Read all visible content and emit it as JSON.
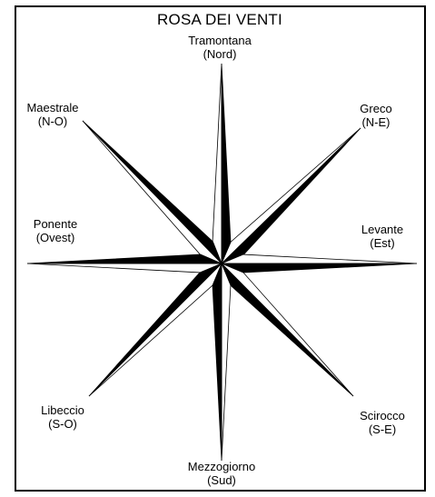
{
  "title": "ROSA DEI VENTI",
  "colors": {
    "ink": "#000000",
    "paper": "#ffffff",
    "frame": "#000000"
  },
  "winds": [
    {
      "name": "Tramontana",
      "direction": "(Nord)"
    },
    {
      "name": "Greco",
      "direction": "(N-E)"
    },
    {
      "name": "Levante",
      "direction": "(Est)"
    },
    {
      "name": "Scirocco",
      "direction": "(S-E)"
    },
    {
      "name": "Mezzogiorno",
      "direction": "(Sud)"
    },
    {
      "name": "Libeccio",
      "direction": "(S-O)"
    },
    {
      "name": "Ponente",
      "direction": "(Ovest)"
    },
    {
      "name": "Maestrale",
      "direction": "(N-O)"
    }
  ]
}
